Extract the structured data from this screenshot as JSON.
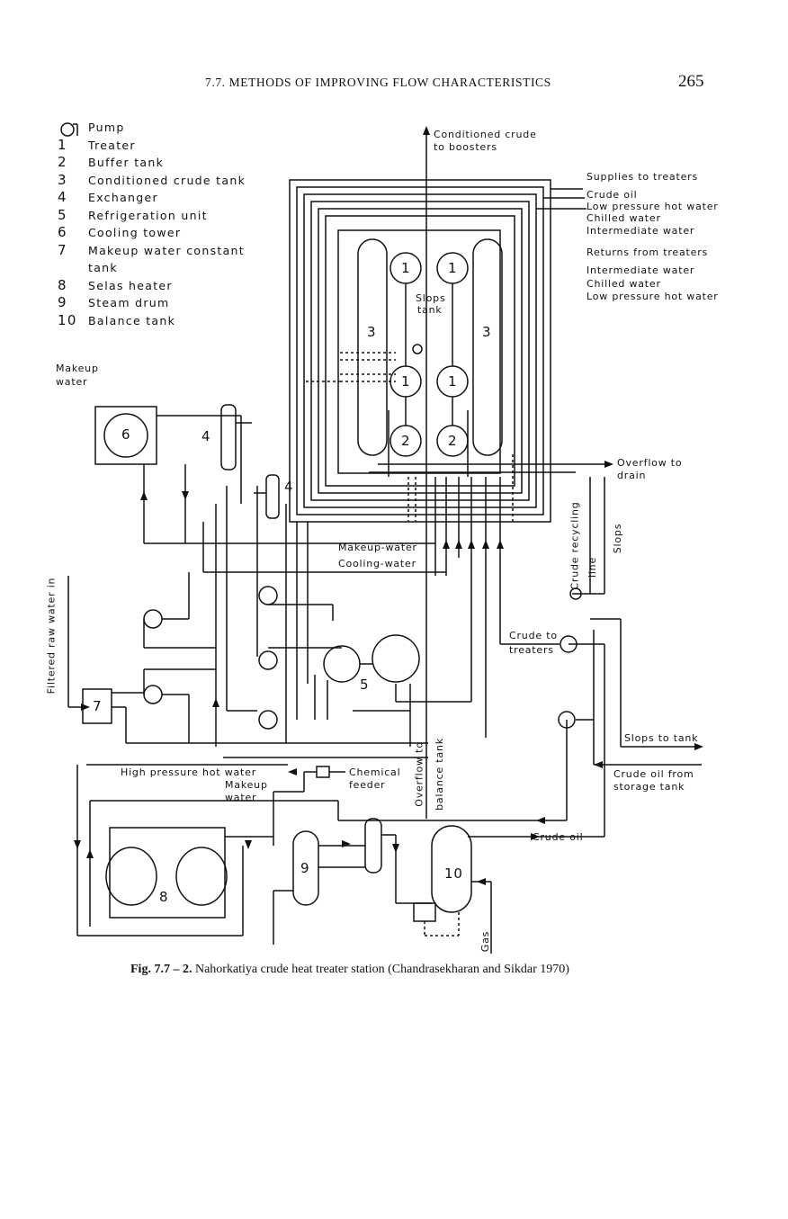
{
  "header": {
    "title": "7.7. METHODS OF IMPROVING FLOW CHARACTERISTICS",
    "page_number": "265"
  },
  "legend": [
    {
      "key": "",
      "label": "Pump"
    },
    {
      "key": "1",
      "label": "Treater"
    },
    {
      "key": "2",
      "label": "Buffer tank"
    },
    {
      "key": "3",
      "label": "Conditioned crude tank"
    },
    {
      "key": "4",
      "label": "Exchanger"
    },
    {
      "key": "5",
      "label": "Refrigeration unit"
    },
    {
      "key": "6",
      "label": "Cooling tower"
    },
    {
      "key": "7",
      "label": "Makeup water constant"
    },
    {
      "key": "",
      "label": "tank"
    },
    {
      "key": "8",
      "label": "Selas heater"
    },
    {
      "key": "9",
      "label": "Steam drum"
    },
    {
      "key": "10",
      "label": "Balance tank"
    }
  ],
  "labels": {
    "conditioned_crude_1": "Conditioned crude",
    "conditioned_crude_2": "to boosters",
    "supplies_to_treaters": "Supplies to treaters",
    "crude_oil": "Crude oil",
    "low_pressure_hot_water": "Low pressure hot water",
    "chilled_water": "Chilled water",
    "intermediate_water": "Intermediate water",
    "returns_from_treaters": "Returns from treaters",
    "ret_intermediate_water": "Intermediate water",
    "ret_chilled_water": "Chilled water",
    "ret_low_pressure_hot_water": "Low pressure hot water",
    "slops_tank_1": "Slops",
    "slops_tank_2": "tank",
    "overflow_to_drain_1": "Overflow to",
    "overflow_to_drain_2": "drain",
    "makeup_water_1": "Makeup",
    "makeup_water_2": "water",
    "makeup_water_line": "Makeup-water",
    "cooling_water_line": "Cooling-water",
    "crude_recycling_line_1": "Crude recycling",
    "crude_recycling_line_2": "line",
    "slops": "Slops",
    "crude_to_treaters_1": "Crude to",
    "crude_to_treaters_2": "treaters",
    "filtered_raw_water_in": "Filtered raw water in",
    "slops_to_tank": "Slops to tank",
    "crude_oil_from_1": "Crude oil from",
    "crude_oil_from_2": "storage tank",
    "high_pressure_hot_water": "High pressure hot water",
    "chemical_feeder_1": "Chemical",
    "chemical_feeder_2": "feeder",
    "makeup_water_low_1": "Makeup",
    "makeup_water_low_2": "water",
    "overflow_to_balance_1": "Overflow to",
    "overflow_to_balance_2": "balance tank",
    "crude_oil_bottom": "Crude oil",
    "gas": "Gas"
  },
  "equipment": {
    "n1": "1",
    "n2": "2",
    "n3": "3",
    "n4": "4",
    "n5": "5",
    "n6": "6",
    "n7": "7",
    "n8": "8",
    "n9": "9",
    "n10": "10"
  },
  "caption": {
    "label": "Fig. 7.7 – 2.",
    "text": " Nahorkatiya crude heat treater station (Chandrasekharan and Sikdar 1970)"
  }
}
